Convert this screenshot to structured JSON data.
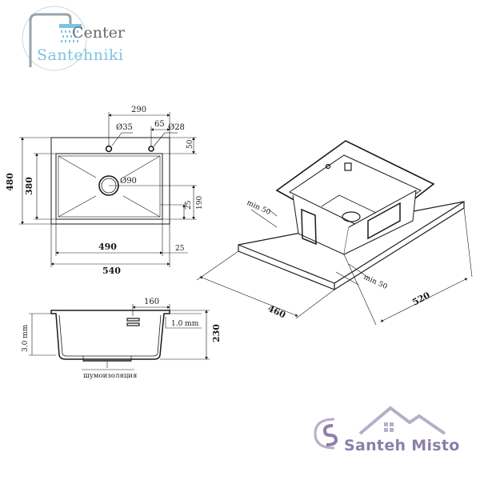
{
  "brand_top": {
    "line1": "Center",
    "line2": "Santehniki"
  },
  "brand_bottom": {
    "text": "Santeh Misto"
  },
  "top_view": {
    "dim_290": "290",
    "dim_d35": "Ø35",
    "dim_65": "65",
    "dim_d28": "Ø28",
    "dim_50": "50",
    "dim_480": "480",
    "dim_380": "380",
    "dim_d90": "Ø90",
    "dim_25_right": "25",
    "dim_190": "190",
    "dim_490": "490",
    "dim_25_bottom": "25",
    "dim_540": "540"
  },
  "side_view": {
    "dim_160": "160",
    "dim_1mm": "1.0 mm",
    "dim_3mm": "3.0 mm",
    "dim_230": "230",
    "label_insulation": "шумоизоляция"
  },
  "iso_view": {
    "dim_min50_left": "min 50",
    "dim_min50_right": "min 50",
    "dim_460": "460",
    "dim_520": "520"
  },
  "colors": {
    "line": "#1a1a1a",
    "brand_blue": "#7cc3df",
    "brand_gray": "#6b6b6b",
    "brand_purple": "#8c7fa8"
  }
}
